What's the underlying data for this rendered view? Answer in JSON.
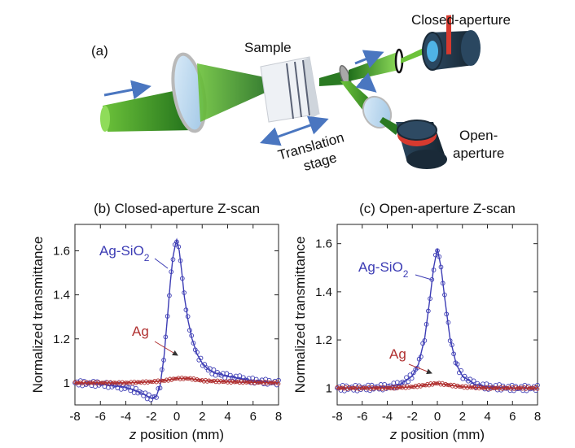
{
  "diagram": {
    "panel_label": "(a)",
    "sample_label": "Sample",
    "closed_label": "Closed-aperture",
    "open_label_1": "Open-",
    "open_label_2": "aperture",
    "stage_label_1": "Translation",
    "stage_label_2": "stage",
    "colors": {
      "beam": "#4caf2a",
      "arrow": "#4a76c0",
      "detector": "#1e3347",
      "ring": "#d63a2f"
    }
  },
  "chart_data": [
    {
      "type": "line",
      "title": "(b)  Closed-aperture Z-scan",
      "xlabel_italic": "z",
      "xlabel_rest": " position (mm)",
      "ylabel": "Normalized transmittance",
      "xlim": [
        -8,
        8
      ],
      "ylim": [
        0.9,
        1.72
      ],
      "xticks": [
        -8,
        -6,
        -4,
        -2,
        0,
        2,
        4,
        6,
        8
      ],
      "yticks": [
        1,
        1.2,
        1.4,
        1.6
      ],
      "ytick_labels": [
        "1",
        "1.2",
        "1.4",
        "1.6"
      ],
      "annotations": {
        "agsio2_base": "Ag-SiO",
        "agsio2_sub": "2",
        "ag": "Ag"
      },
      "series": [
        {
          "label": "Ag-SiO2",
          "color": "#3c3cb4",
          "x": [
            -8,
            -6,
            -4,
            -3,
            -2.5,
            -2,
            -1.6,
            -1.3,
            -1,
            -0.7,
            -0.5,
            -0.3,
            -0.1,
            0,
            0.2,
            0.4,
            0.6,
            0.9,
            1.2,
            1.6,
            2,
            2.5,
            3,
            4,
            5,
            6,
            8
          ],
          "y": [
            1.0,
            0.995,
            0.98,
            0.96,
            0.945,
            0.93,
            0.94,
            0.99,
            1.12,
            1.32,
            1.46,
            1.57,
            1.63,
            1.65,
            1.6,
            1.5,
            1.39,
            1.28,
            1.2,
            1.13,
            1.09,
            1.06,
            1.045,
            1.03,
            1.02,
            1.01,
            1.0
          ]
        },
        {
          "label": "Ag",
          "color": "#b03030",
          "x": [
            -8,
            -4,
            -2,
            -1,
            0,
            1,
            2,
            4,
            8
          ],
          "y": [
            1.0,
            1.0,
            1.005,
            1.01,
            1.02,
            1.02,
            1.01,
            1.005,
            1.0
          ]
        }
      ]
    },
    {
      "type": "line",
      "title": "(c)  Open-aperture Z-scan",
      "xlabel_italic": "z",
      "xlabel_rest": " position (mm)",
      "ylabel": "Normalized transmittance",
      "xlim": [
        -8,
        8
      ],
      "ylim": [
        0.93,
        1.68
      ],
      "xticks": [
        -8,
        -6,
        -4,
        -2,
        0,
        2,
        4,
        6,
        8
      ],
      "yticks": [
        1,
        1.2,
        1.4,
        1.6
      ],
      "ytick_labels": [
        "1",
        "1.2",
        "1.4",
        "1.6"
      ],
      "annotations": {
        "agsio2_base": "Ag-SiO",
        "agsio2_sub": "2",
        "ag": "Ag"
      },
      "series": [
        {
          "label": "Ag-SiO2",
          "color": "#3c3cb4",
          "x": [
            -8,
            -6,
            -4,
            -3,
            -2,
            -1.5,
            -1,
            -0.6,
            -0.3,
            0,
            0.3,
            0.6,
            1,
            1.5,
            2,
            3,
            4,
            6,
            8
          ],
          "y": [
            1.0,
            1.0,
            1.005,
            1.015,
            1.05,
            1.1,
            1.21,
            1.37,
            1.5,
            1.58,
            1.5,
            1.37,
            1.21,
            1.1,
            1.05,
            1.015,
            1.005,
            1.0,
            1.0
          ]
        },
        {
          "label": "Ag",
          "color": "#b03030",
          "x": [
            -8,
            -4,
            -2,
            -1,
            0,
            1,
            2,
            4,
            8
          ],
          "y": [
            1.0,
            1.0,
            1.005,
            1.012,
            1.02,
            1.012,
            1.005,
            1.0,
            1.0
          ]
        }
      ]
    }
  ]
}
